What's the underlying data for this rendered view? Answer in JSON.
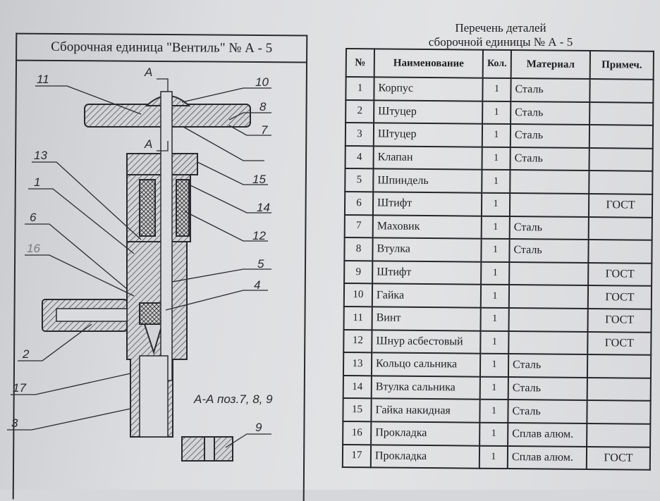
{
  "drawing": {
    "title": "Сборочная единица   \"Вентиль\" № А - 5",
    "section_label": "А-А поз.7, 8, 9",
    "section_marks": [
      "А",
      "А"
    ],
    "callouts": [
      "11",
      "10",
      "8",
      "7",
      "15",
      "13",
      "1",
      "14",
      "12",
      "6",
      "16",
      "5",
      "4",
      "2",
      "17",
      "3",
      "9"
    ]
  },
  "parts_list": {
    "title_line1": "Перечень деталей",
    "title_line2": "сборочной единицы № А - 5",
    "headers": [
      "№",
      "Наименование",
      "Кол.",
      "Материал",
      "Примеч."
    ],
    "rows": [
      [
        "1",
        "Корпус",
        "1",
        "Сталь",
        ""
      ],
      [
        "2",
        "Штуцер",
        "1",
        "Сталь",
        ""
      ],
      [
        "3",
        "Штуцер",
        "1",
        "Сталь",
        ""
      ],
      [
        "4",
        "Клапан",
        "1",
        "Сталь",
        ""
      ],
      [
        "5",
        "Шпиндель",
        "1",
        "",
        ""
      ],
      [
        "6",
        "Штифт",
        "1",
        "",
        "ГОСТ"
      ],
      [
        "7",
        "Маховик",
        "1",
        "Сталь",
        ""
      ],
      [
        "8",
        "Втулка",
        "1",
        "Сталь",
        ""
      ],
      [
        "9",
        "Штифт",
        "1",
        "",
        "ГОСТ"
      ],
      [
        "10",
        "Гайка",
        "1",
        "",
        "ГОСТ"
      ],
      [
        "11",
        "Винт",
        "1",
        "",
        "ГОСТ"
      ],
      [
        "12",
        "Шнур асбестовый",
        "1",
        "",
        "ГОСТ"
      ],
      [
        "13",
        "Кольцо сальника",
        "1",
        "Сталь",
        ""
      ],
      [
        "14",
        "Втулка сальника",
        "1",
        "Сталь",
        ""
      ],
      [
        "15",
        "Гайка накидная",
        "1",
        "Сталь",
        ""
      ],
      [
        "16",
        "Прокладка",
        "1",
        "Сплав алюм.",
        ""
      ],
      [
        "17",
        "Прокладка",
        "1",
        "Сплав алюм.",
        "ГОСТ"
      ]
    ]
  }
}
